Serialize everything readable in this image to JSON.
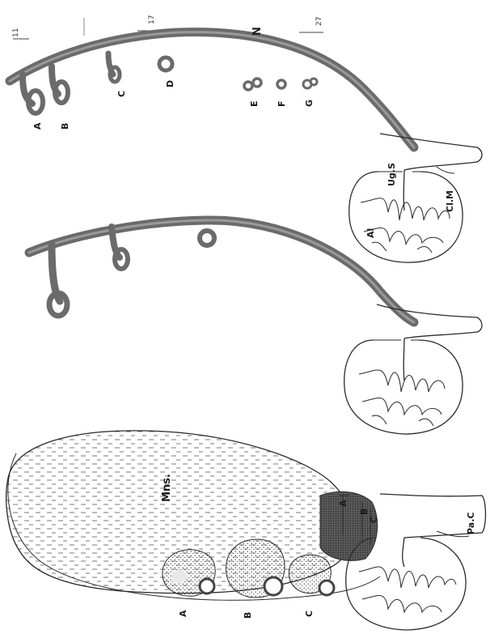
{
  "figure": {
    "colors": {
      "ink": "#2a2a2a",
      "duct_shading": "#6b6b6b",
      "stipple": "#3a3a3a",
      "background": "#ffffff"
    },
    "top_panel": {
      "tick_labels": [
        "11",
        "17",
        "27"
      ],
      "duct_label": "N",
      "section_labels": [
        "A",
        "B",
        "C",
        "D",
        "E",
        "F",
        "G"
      ],
      "structure_labels": {
        "urogenital_sinus": "Ug.S",
        "cloacal_membrane": "Cl.M",
        "allantois": "Al"
      }
    },
    "bottom_panel": {
      "mesonephros_label": "Mns.",
      "section_labels": [
        "A",
        "B",
        "C"
      ],
      "cross_section_labels": [
        "A",
        "B",
        "C"
      ],
      "structure_labels": {
        "paracloacal": "Pa.C"
      }
    }
  }
}
